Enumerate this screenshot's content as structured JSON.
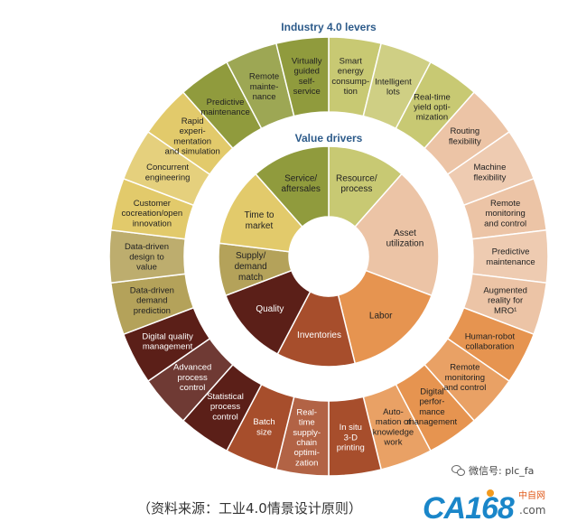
{
  "outer_title": "Industry 4.0 levers",
  "inner_title": "Value drivers",
  "drivers": [
    {
      "label": "Resource/\nprocess",
      "color": "#c8c973"
    },
    {
      "label": "Asset\nutilization",
      "color": "#ecc4a6"
    },
    {
      "label": "Labor",
      "color": "#e69450"
    },
    {
      "label": "Inventories",
      "color": "#a74e2c"
    },
    {
      "label": "Quality",
      "color": "#5b1f18"
    },
    {
      "label": "Supply/\ndemand\nmatch",
      "color": "#b4a25a"
    },
    {
      "label": "Time to\nmarket",
      "color": "#e2ca6b"
    },
    {
      "label": "Service/\naftersales",
      "color": "#909b3d"
    }
  ],
  "levers": [
    {
      "label": "Smart\nenergy\nconsump-\ntion",
      "driver": 0
    },
    {
      "label": "Intelligent\nlots",
      "driver": 0
    },
    {
      "label": "Real-time\nyield opti-\nmization",
      "driver": 0
    },
    {
      "label": "Routing\nflexibility",
      "driver": 1
    },
    {
      "label": "Machine\nflexibility",
      "driver": 1
    },
    {
      "label": "Remote\nmonitoring\nand control",
      "driver": 1
    },
    {
      "label": "Predictive\nmaintenance",
      "driver": 1
    },
    {
      "label": "Augmented\nreality for\nMRO¹",
      "driver": 1
    },
    {
      "label": "Human-robot\ncollaboration",
      "driver": 2
    },
    {
      "label": "Remote\nmonitoring\nand control",
      "driver": 2
    },
    {
      "label": "Digital\nperfor-\nmance\nmanagement",
      "driver": 2
    },
    {
      "label": "Auto-\nmation of\nknowledge\nwork",
      "driver": 2
    },
    {
      "label": "In situ\n3-D\nprinting",
      "driver": 3
    },
    {
      "label": "Real-\ntime\nsupply-\nchain\noptimi-\nzation",
      "driver": 3
    },
    {
      "label": "Batch\nsize",
      "driver": 3
    },
    {
      "label": "Statistical\nprocess\ncontrol",
      "driver": 4
    },
    {
      "label": "Advanced\nprocess\ncontrol",
      "driver": 4
    },
    {
      "label": "Digital quality\nmanagement",
      "driver": 4
    },
    {
      "label": "Data-driven\ndemand\nprediction",
      "driver": 5
    },
    {
      "label": "Data-driven\ndesign to\nvalue",
      "driver": 5
    },
    {
      "label": "Customer\ncocreation/open\ninnovation",
      "driver": 6
    },
    {
      "label": "Concurrent\nengineering",
      "driver": 6
    },
    {
      "label": "Rapid\nexperi-\nmentation\nand simulation",
      "driver": 6
    },
    {
      "label": "Predictive\nmaintenance",
      "driver": 7
    },
    {
      "label": "Remote\nmainte-\nnance",
      "driver": 7
    },
    {
      "label": "Virtually\nguided\nself-\nservice",
      "driver": 7
    }
  ],
  "caption": "（资料来源：工业4.0情景设计原则）",
  "wechat": "微信号: plc_fa",
  "logo": {
    "main": "CA168",
    "cn": "中自网",
    "domain": ".com"
  }
}
